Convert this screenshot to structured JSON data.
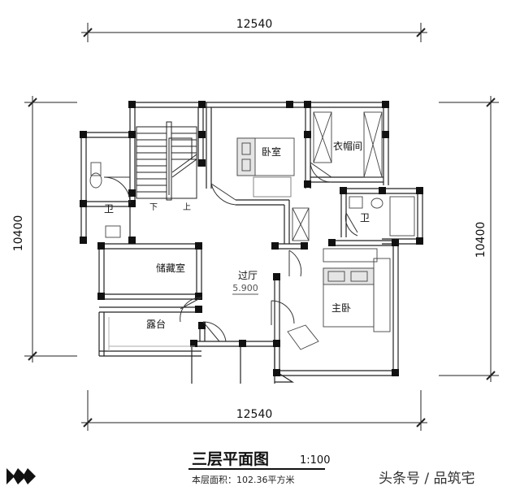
{
  "dimensions": {
    "top": "12540",
    "bottom": "12540",
    "left": "10400",
    "right": "10400"
  },
  "rooms": {
    "bathroom_left": "卫",
    "stair_down": "下",
    "stair_up": "上",
    "bedroom": "卧室",
    "closet": "衣帽间",
    "bathroom_right": "卫",
    "storage": "储藏室",
    "hall": "过厅",
    "master_bedroom": "主卧",
    "terrace": "露台"
  },
  "elevation": "5.900",
  "title": {
    "main": "三层平面图",
    "scale": "1:100",
    "area": "本层面积：102.36平方米"
  },
  "watermark": "头条号 / 品筑宅",
  "colors": {
    "wall": "#222222",
    "column": "#111111",
    "line": "#333333",
    "faint": "#9a9a9a"
  }
}
